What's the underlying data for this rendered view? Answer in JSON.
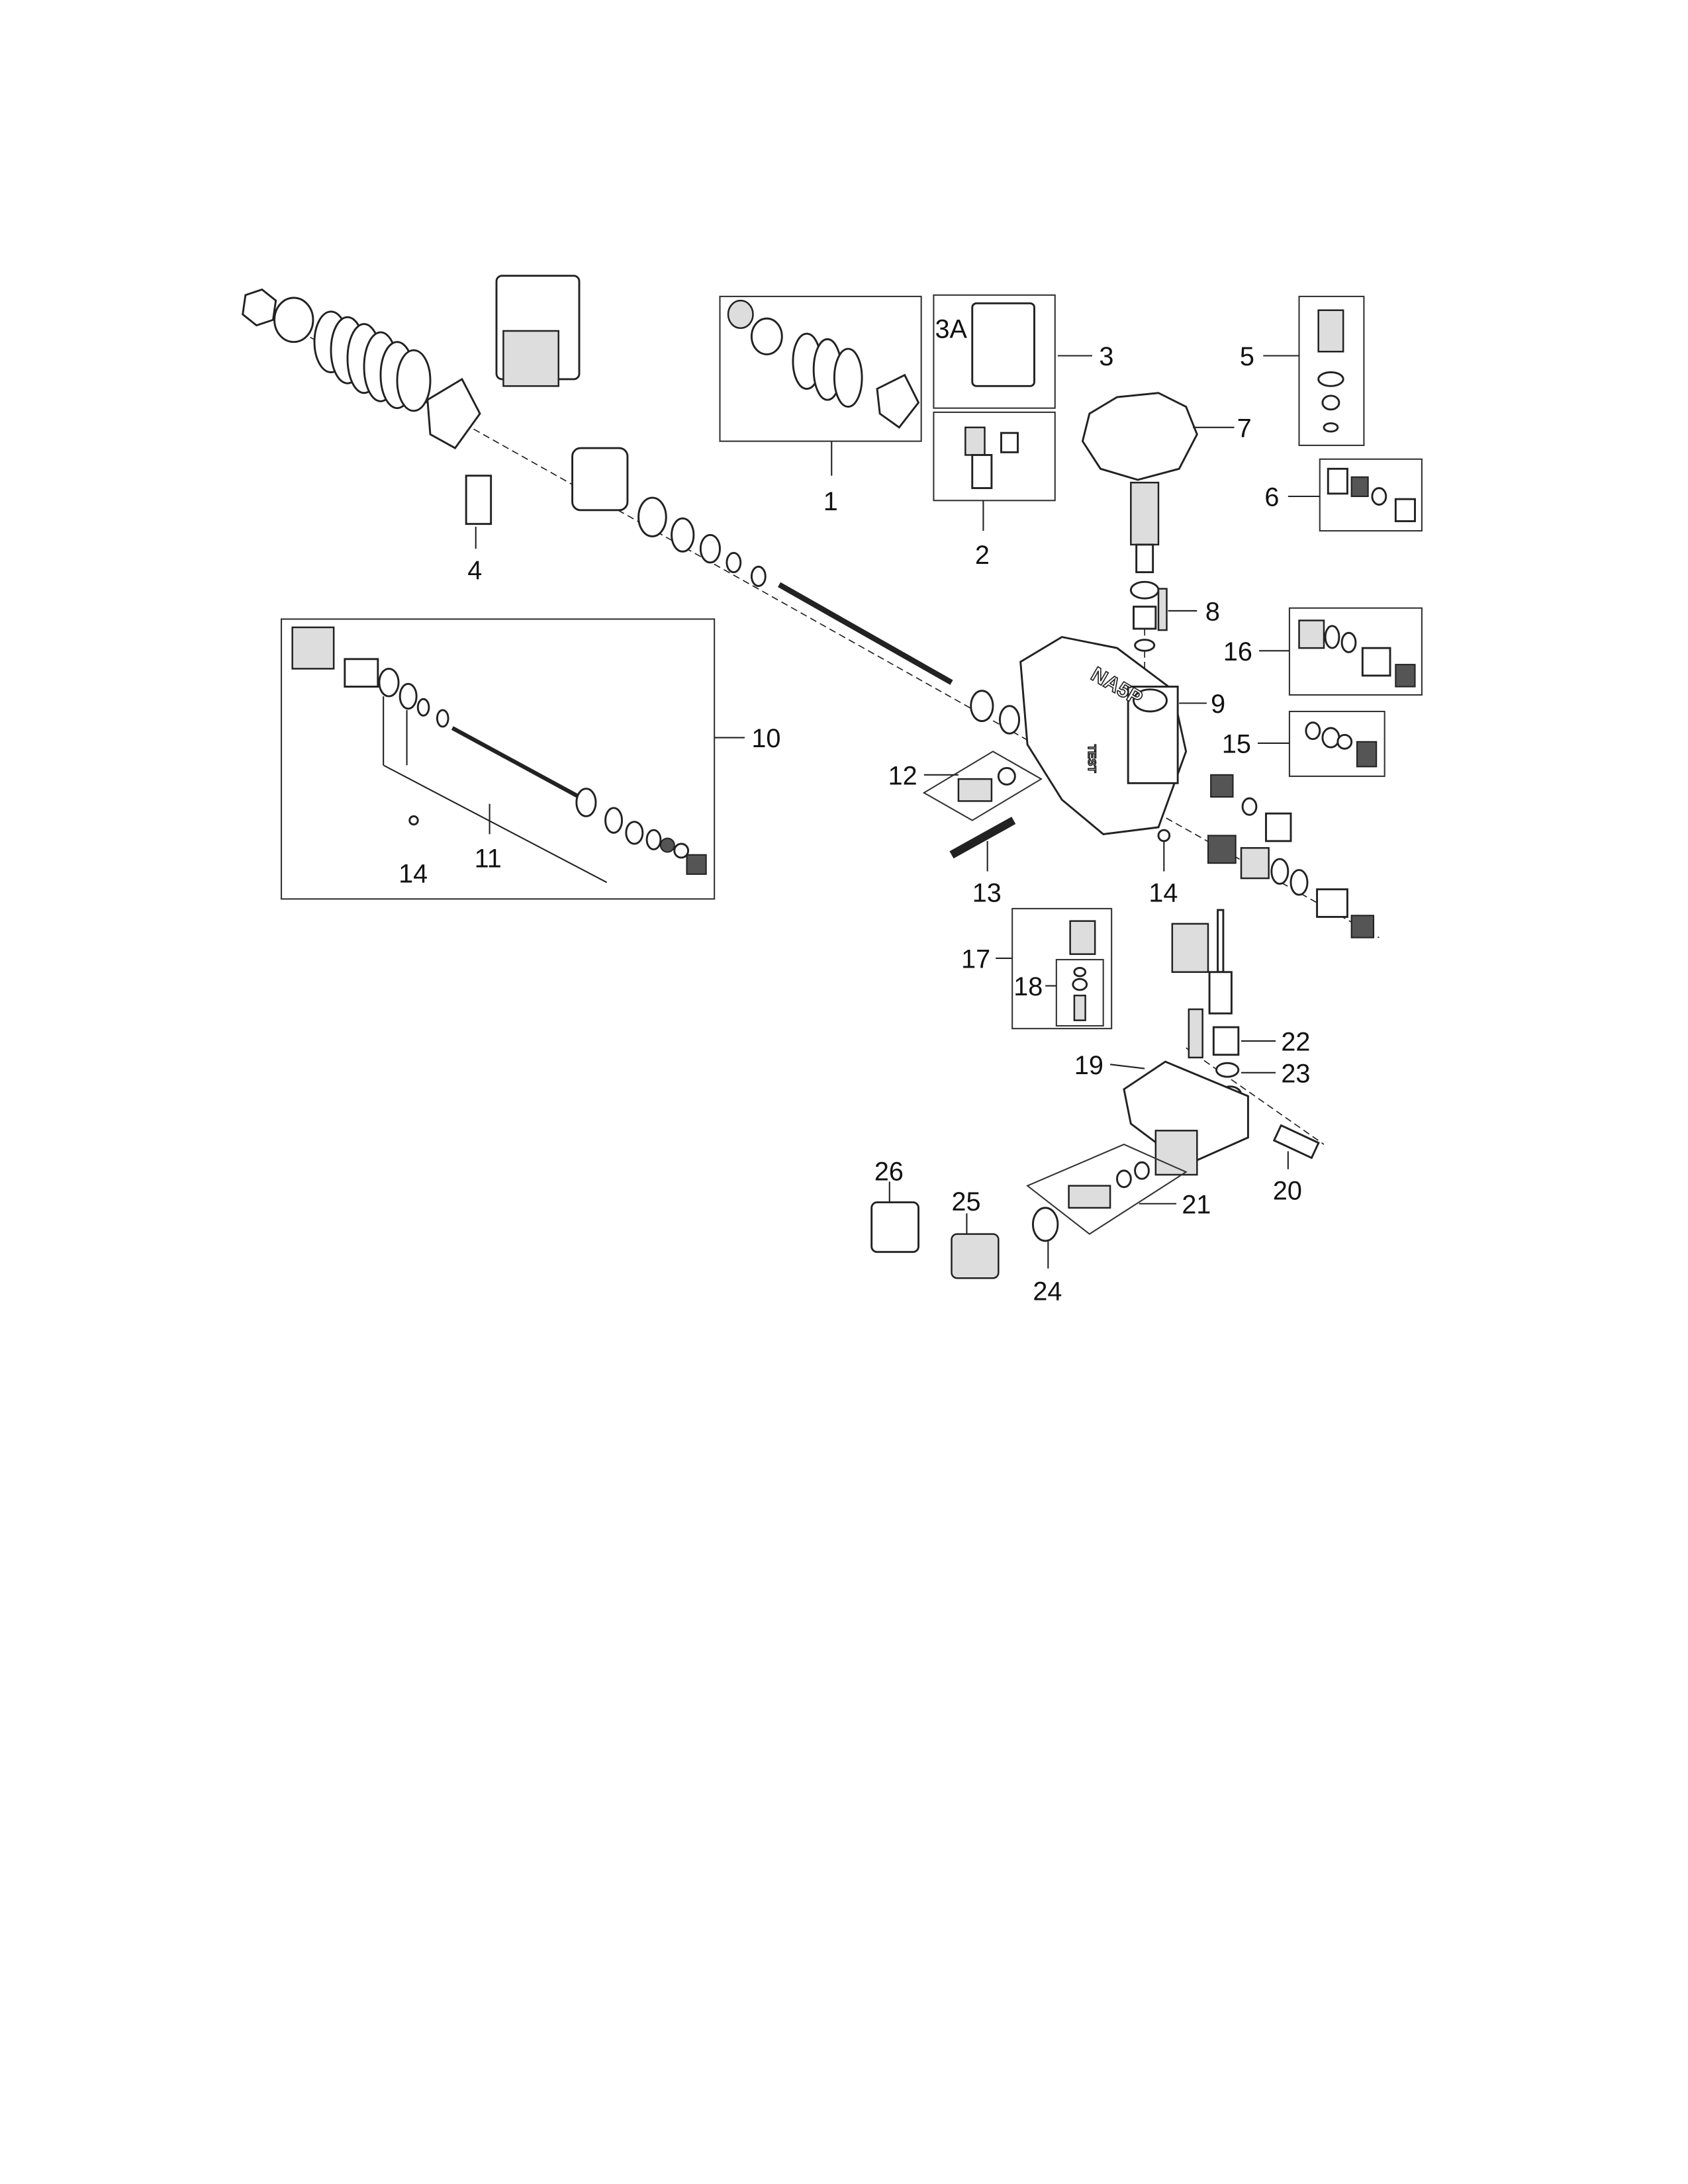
{
  "diagram": {
    "title": "",
    "embossed_text": {
      "body_brand": "NA5P",
      "body_test": "TEST"
    },
    "callouts": {
      "c1": "1",
      "c2": "2",
      "c3": "3",
      "c3a": "3A",
      "c4": "4",
      "c5": "5",
      "c6": "6",
      "c7": "7",
      "c8": "8",
      "c9": "9",
      "c10": "10",
      "c11": "11",
      "c12": "12",
      "c13": "13",
      "c14a": "14",
      "c14b": "14",
      "c15": "15",
      "c16": "16",
      "c17": "17",
      "c18": "18",
      "c19": "19",
      "c20": "20",
      "c21": "21",
      "c22": "22",
      "c23": "23",
      "c24": "24",
      "c25": "25",
      "c26": "26"
    }
  }
}
